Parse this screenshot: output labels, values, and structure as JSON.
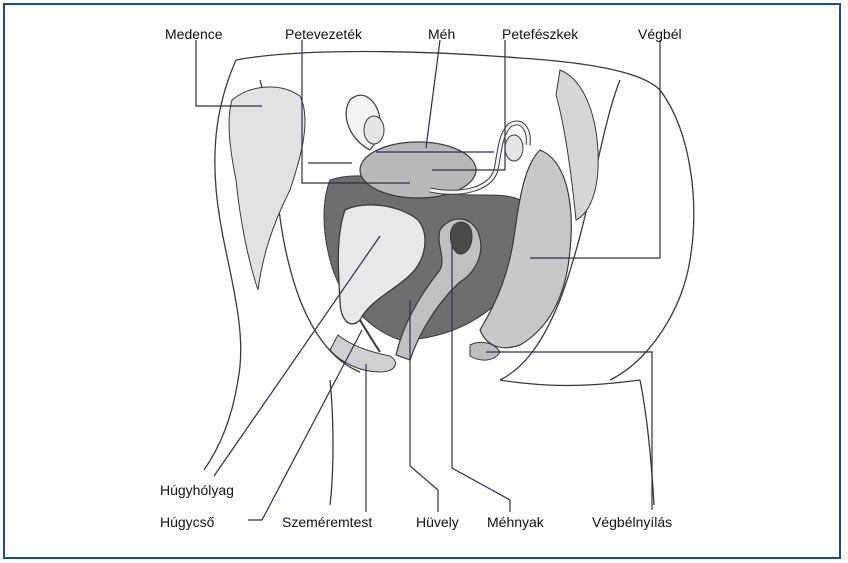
{
  "labels": {
    "pelvis": "Medence",
    "fallopian_tube": "Petevezeték",
    "uterus": "Méh",
    "ovaries": "Petefészkek",
    "rectum": "Végbél",
    "bladder": "Húgyhólyag",
    "urethra": "Húgycső",
    "pubic_bone": "Szeméremtest",
    "vagina": "Hüvely",
    "cervix": "Méhnyak",
    "anus": "Végbélnyílás"
  },
  "colors": {
    "frame": "#1f4e79",
    "leader_line": "#2b2d5c",
    "outline": "#3a3a3a",
    "organ_fill": "#c8c8c8",
    "dark_fill": "#6e6e6e"
  }
}
